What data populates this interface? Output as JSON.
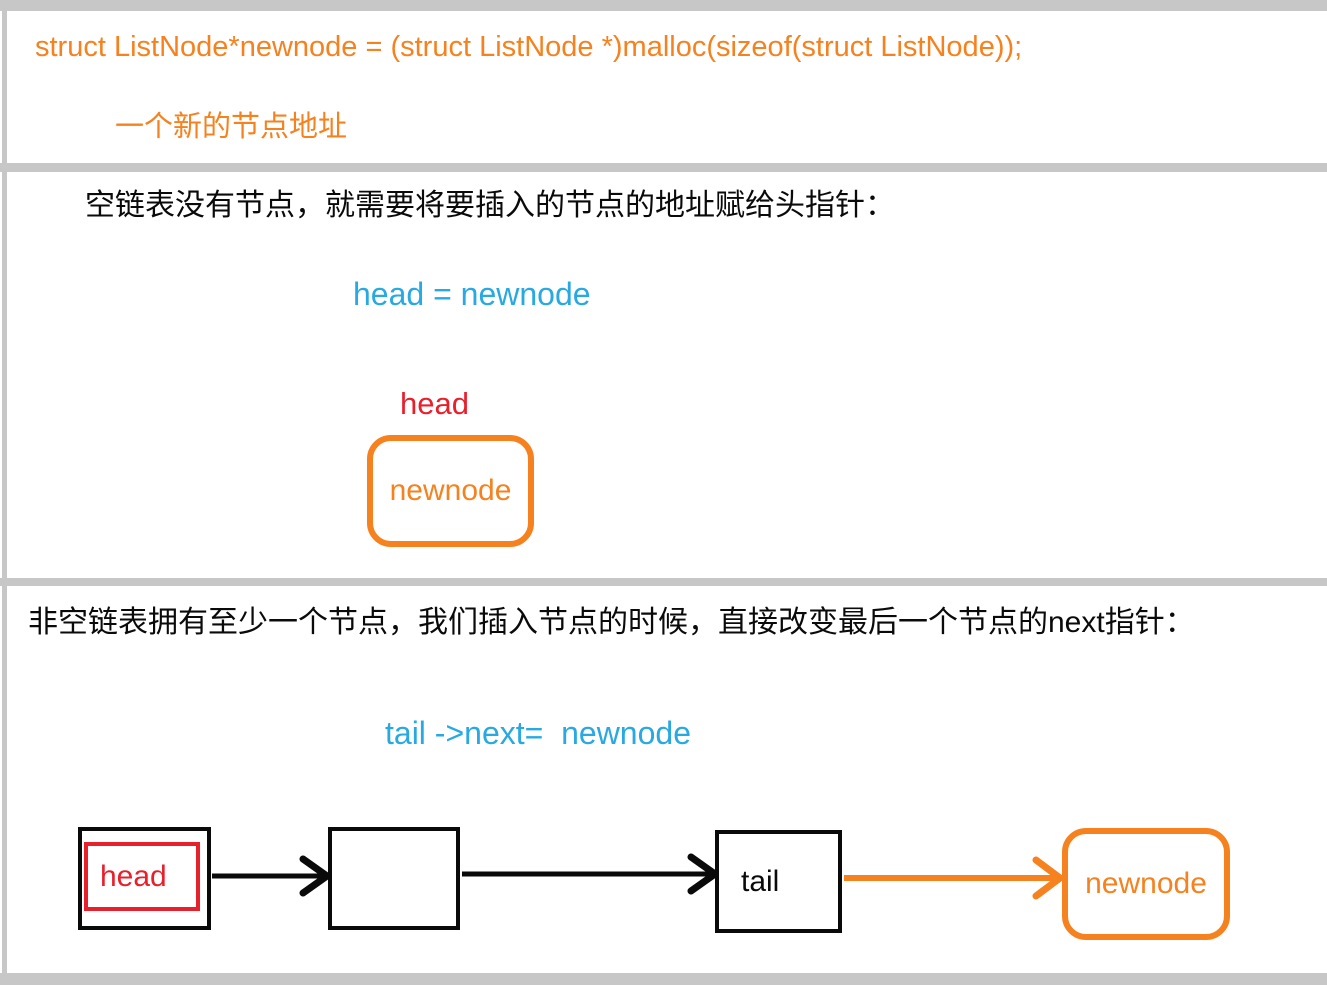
{
  "colors": {
    "orange": "#f5821f",
    "blue": "#29a9e1",
    "red": "#e8202c",
    "black": "#0a0a0a",
    "gray": "#c7c7c7",
    "bg": "#ffffff"
  },
  "section1": {
    "code_line": "struct ListNode*newnode = (struct ListNode *)malloc(sizeof(struct ListNode));",
    "caption": "一个新的节点地址"
  },
  "section2": {
    "paragraph": "空链表没有节点，就需要将要插入的节点的地址赋给头指针：",
    "assignment": "head = newnode",
    "pointer_label": "head",
    "node_label": "newnode"
  },
  "section3": {
    "paragraph": "非空链表拥有至少一个节点，我们插入节点的时候，直接改变最后一个节点的next指针：",
    "assignment": "tail ->next=  newnode",
    "head_label": "head",
    "tail_label": "tail",
    "node_label": "newnode"
  }
}
